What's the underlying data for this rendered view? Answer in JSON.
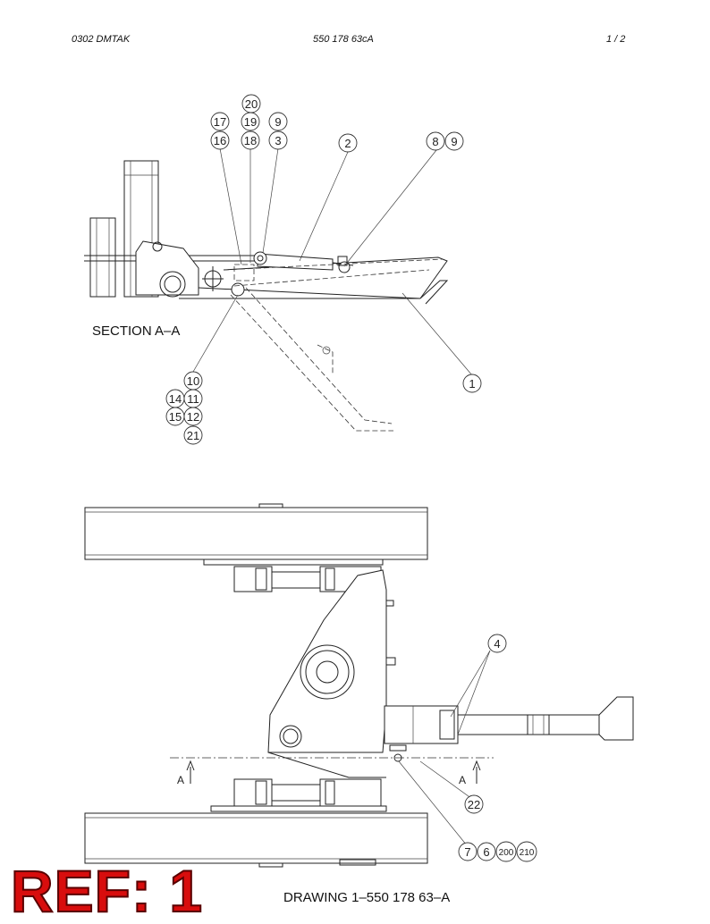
{
  "header": {
    "left": "0302   DMTAK",
    "center": "550 178 63cA",
    "right": "1 /   2"
  },
  "section_label": "SECTION A–A",
  "section_marker": "A",
  "drawing_label": "DRAWING 1–550 178 63–A",
  "ref_label": "REF: 1",
  "balloons": {
    "b20": "20",
    "b17": "17",
    "b19": "19",
    "b9a": "9",
    "b16": "16",
    "b18": "18",
    "b3": "3",
    "b2": "2",
    "b8": "8",
    "b9b": "9",
    "b1": "1",
    "b10": "10",
    "b14": "14",
    "b11": "11",
    "b15": "15",
    "b12": "12",
    "b21": "21",
    "b4": "4",
    "b22": "22",
    "b7": "7",
    "b6": "6",
    "b200": "200",
    "b210": "210"
  }
}
